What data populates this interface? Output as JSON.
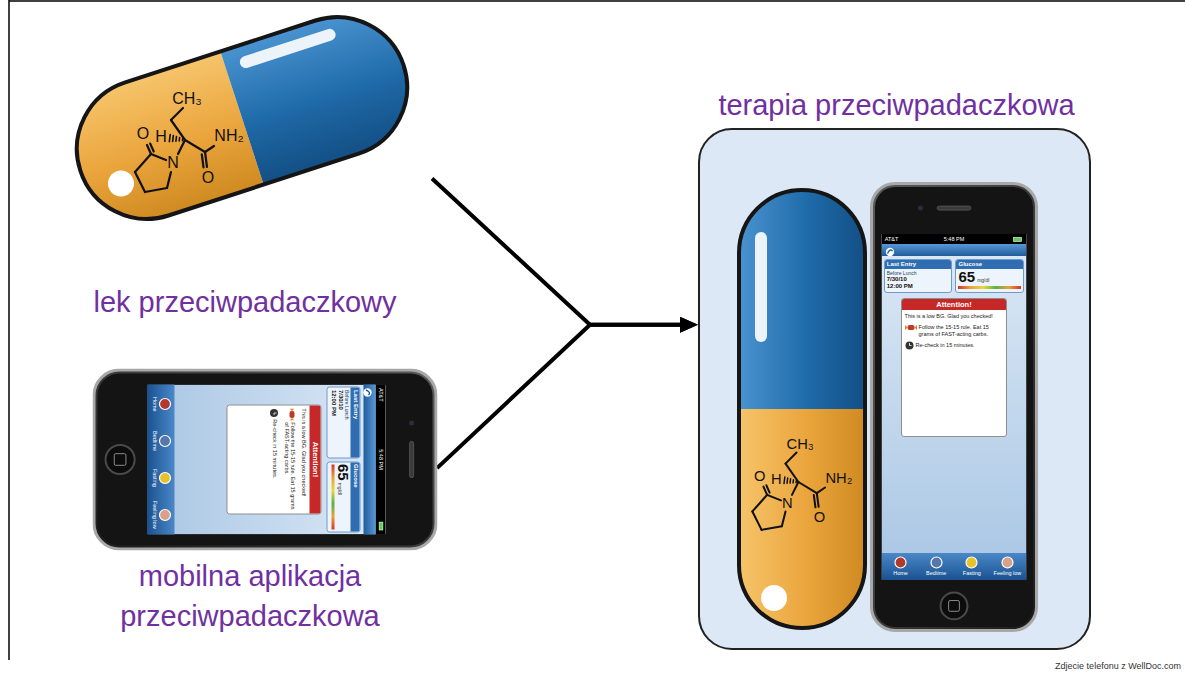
{
  "diagram": {
    "nodes": [
      {
        "text": [
          "CH₃",
          "O",
          "H",
          "NH₂",
          "N",
          "O",
          "lek przeciwpadaczkowy"
        ]
      },
      {
        "text": [
          "AT&T",
          "5:48 PM",
          "Last Entry",
          "Before Lunch",
          "7/30/10",
          "12:00 PM",
          "Glucose",
          "65",
          "mg/dl",
          "Attention!",
          "This is a low BG. Glad you checked!",
          "Follow the 15-15 rule. Eat 15 grams of FAST-acting carbs.",
          "Re-check in 15 minutes.",
          "Home",
          "Bedtime",
          "Fasting",
          "Feeling low",
          "mobilna aplikacja przeciwpadaczkowa"
        ]
      },
      {
        "text": [
          "terapia przeciwpadaczkowa"
        ]
      },
      {
        "text": [
          "CH₃",
          "O",
          "H",
          "NH₂",
          "N",
          "O"
        ],
        "in": 2
      },
      {
        "text": [
          "AT&T",
          "5:48 PM",
          "Last Entry",
          "Before Lunch",
          "7/30/10",
          "12:00 PM",
          "Glucose",
          "65",
          "mg/dl",
          "Attention!",
          "This is a low BG. Glad you checked!",
          "Follow the 15-15 rule. Eat 15 grams of FAST-acting carbs.",
          "Re-check in 15 minutes.",
          "Home",
          "Bedtime",
          "Fasting",
          "Feeling low"
        ],
        "in": 2
      }
    ],
    "edges": [
      {
        "from": 0,
        "to": 2,
        "arrow": "to"
      },
      {
        "from": 1,
        "to": 2,
        "arrow": "to"
      }
    ],
    "labels": [
      "Zdjecie telefonu z WellDoc.com"
    ]
  }
}
